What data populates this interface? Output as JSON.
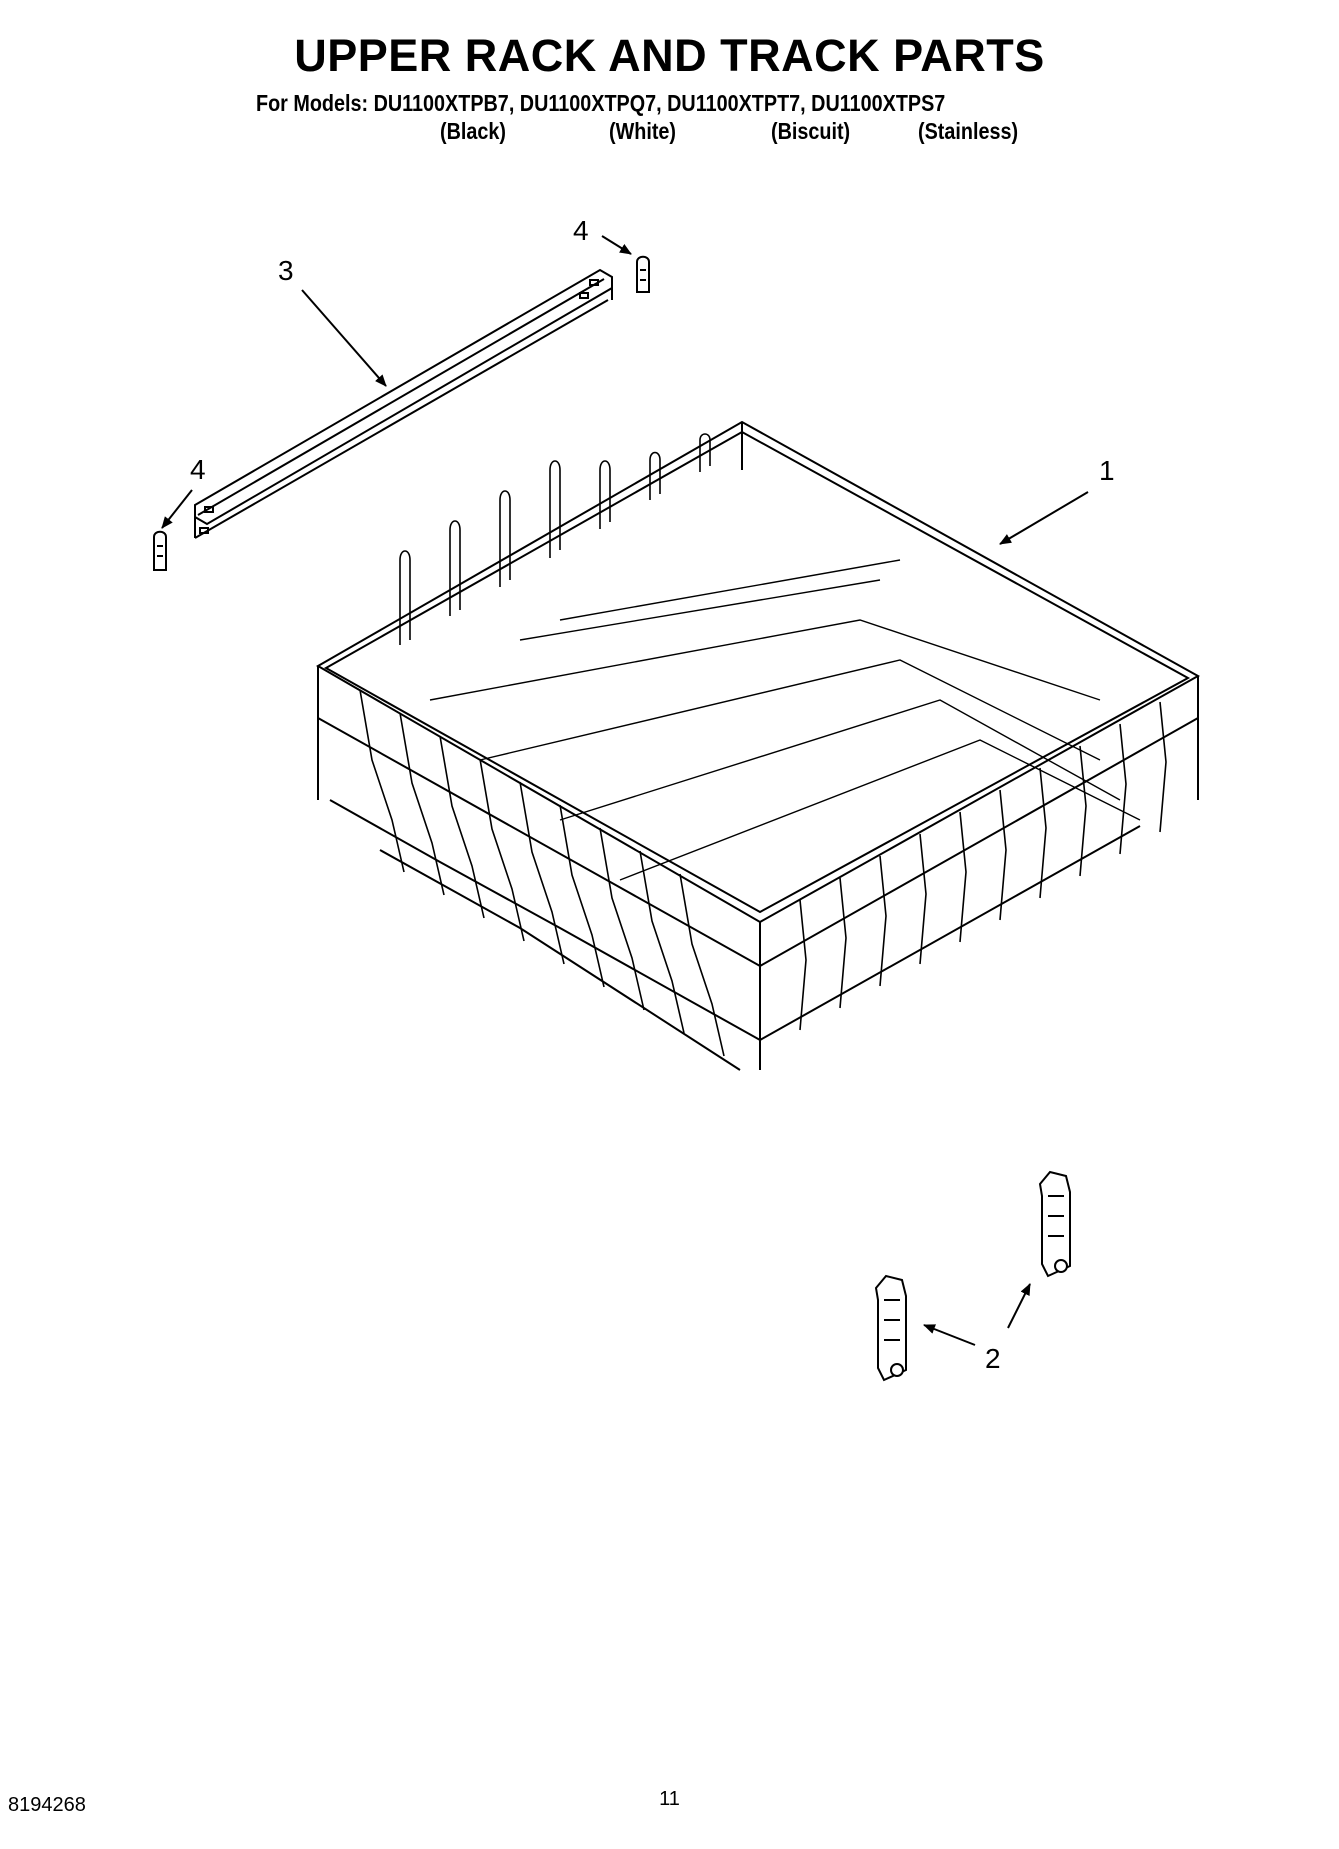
{
  "header": {
    "title": "UPPER RACK AND TRACK PARTS",
    "models_line": "For Models: DU1100XTPB7, DU1100XTPQ7, DU1100XTPT7, DU1100XTPS7",
    "finishes": [
      "(Black)",
      "(White)",
      "(Biscuit)",
      "(Stainless)"
    ]
  },
  "callouts": {
    "rack": "1",
    "rollers": "2",
    "track": "3",
    "end_cap_top": "4",
    "end_cap_left": "4"
  },
  "footer": {
    "doc_number": "8194268",
    "page_number": "11"
  }
}
